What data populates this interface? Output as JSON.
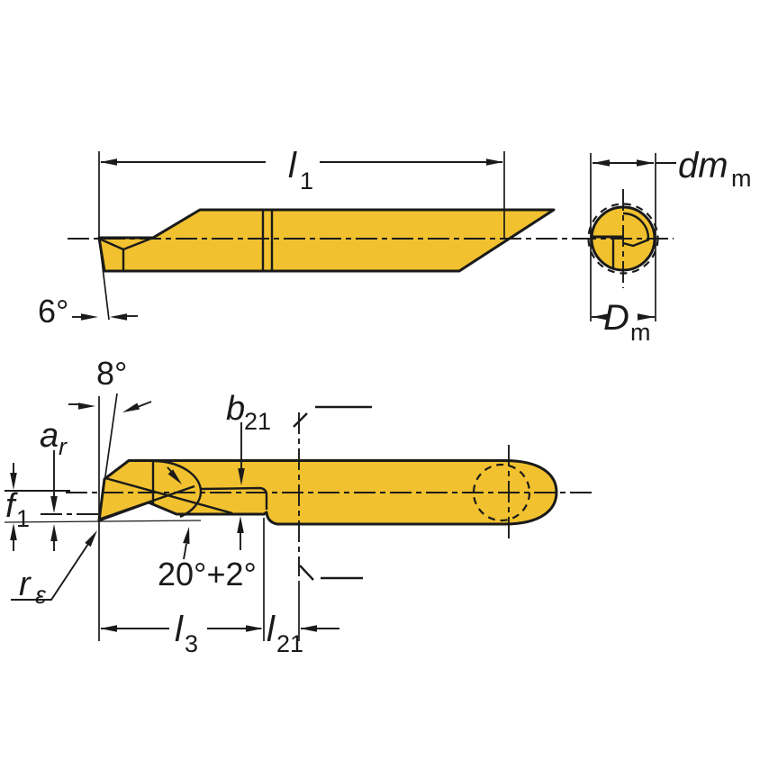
{
  "drawing": {
    "description": "Technical dimensional drawing of a boring/turning tool with side view, end view and detail view",
    "colors": {
      "tool_fill": "#F1C12F",
      "line": "#1A1A1A",
      "background": "#FFFFFF"
    },
    "side_view": {
      "overall_length": {
        "label": "l",
        "subscript": "1"
      },
      "front_clearance_angle": {
        "label": "6°"
      }
    },
    "end_view": {
      "shank_diameter": {
        "label": "dm",
        "subscript": "m"
      },
      "min_bore_diameter": {
        "label": "D",
        "subscript": "m"
      }
    },
    "detail_view": {
      "side_clearance_angle": {
        "label": "8°"
      },
      "tip_height": {
        "label": "a",
        "subscript": "r"
      },
      "center_offset": {
        "label": "f",
        "subscript": "1"
      },
      "nose_radius": {
        "label": "r",
        "subscript": "ε"
      },
      "relief_angle": {
        "label": "20°+2°"
      },
      "relief_width": {
        "label": "b",
        "subscript": "21"
      },
      "head_length": {
        "label": "l",
        "subscript": "3"
      },
      "neck_length": {
        "label": "l",
        "subscript": "21"
      }
    }
  }
}
